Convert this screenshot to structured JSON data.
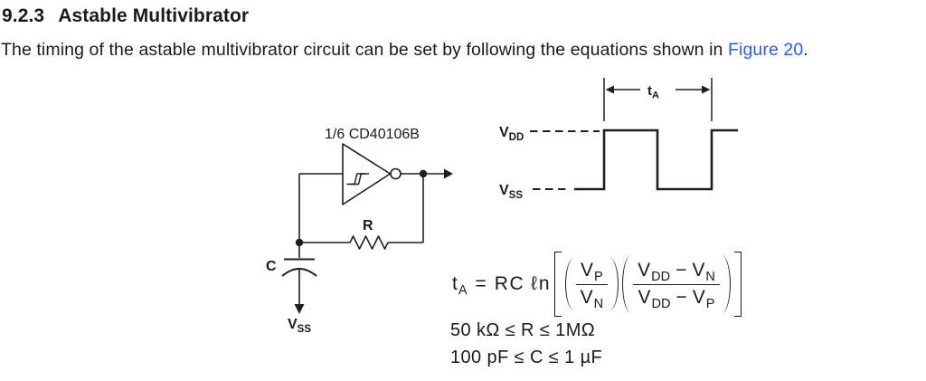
{
  "heading": {
    "number": "9.2.3",
    "title": "Astable Multivibrator"
  },
  "paragraph": {
    "before": "The timing of the astable multivibrator circuit can be set by following the equations shown in ",
    "link": "Figure 20",
    "after": "."
  },
  "colors": {
    "link_blue": "#2b5bf0",
    "ink": "#1a1a1a"
  },
  "circuit": {
    "gate_label": "1/6 CD40106B",
    "resistor_label": "R",
    "capacitor_label": "C",
    "ground": {
      "base": "V",
      "sub": "SS"
    }
  },
  "waveform": {
    "period": {
      "base": "t",
      "sub": "A"
    },
    "high": {
      "base": "V",
      "sub": "DD"
    },
    "low": {
      "base": "V",
      "sub": "SS"
    }
  },
  "equation": {
    "lhs": {
      "base": "t",
      "sub": "A"
    },
    "equals": "=",
    "coeff": "RC",
    "ln": "ℓn",
    "frac1": {
      "num": {
        "base": "V",
        "sub": "P"
      },
      "den": {
        "base": "V",
        "sub": "N"
      }
    },
    "frac2": {
      "num": {
        "a": "V",
        "a_sub": "DD",
        "op": "−",
        "b": "V",
        "b_sub": "N"
      },
      "den": {
        "a": "V",
        "a_sub": "DD",
        "op": "−",
        "b": "V",
        "b_sub": "P"
      }
    }
  },
  "constraints": [
    "50 kΩ ≤ R ≤ 1MΩ",
    "100 pF ≤ C ≤ 1 µF"
  ]
}
